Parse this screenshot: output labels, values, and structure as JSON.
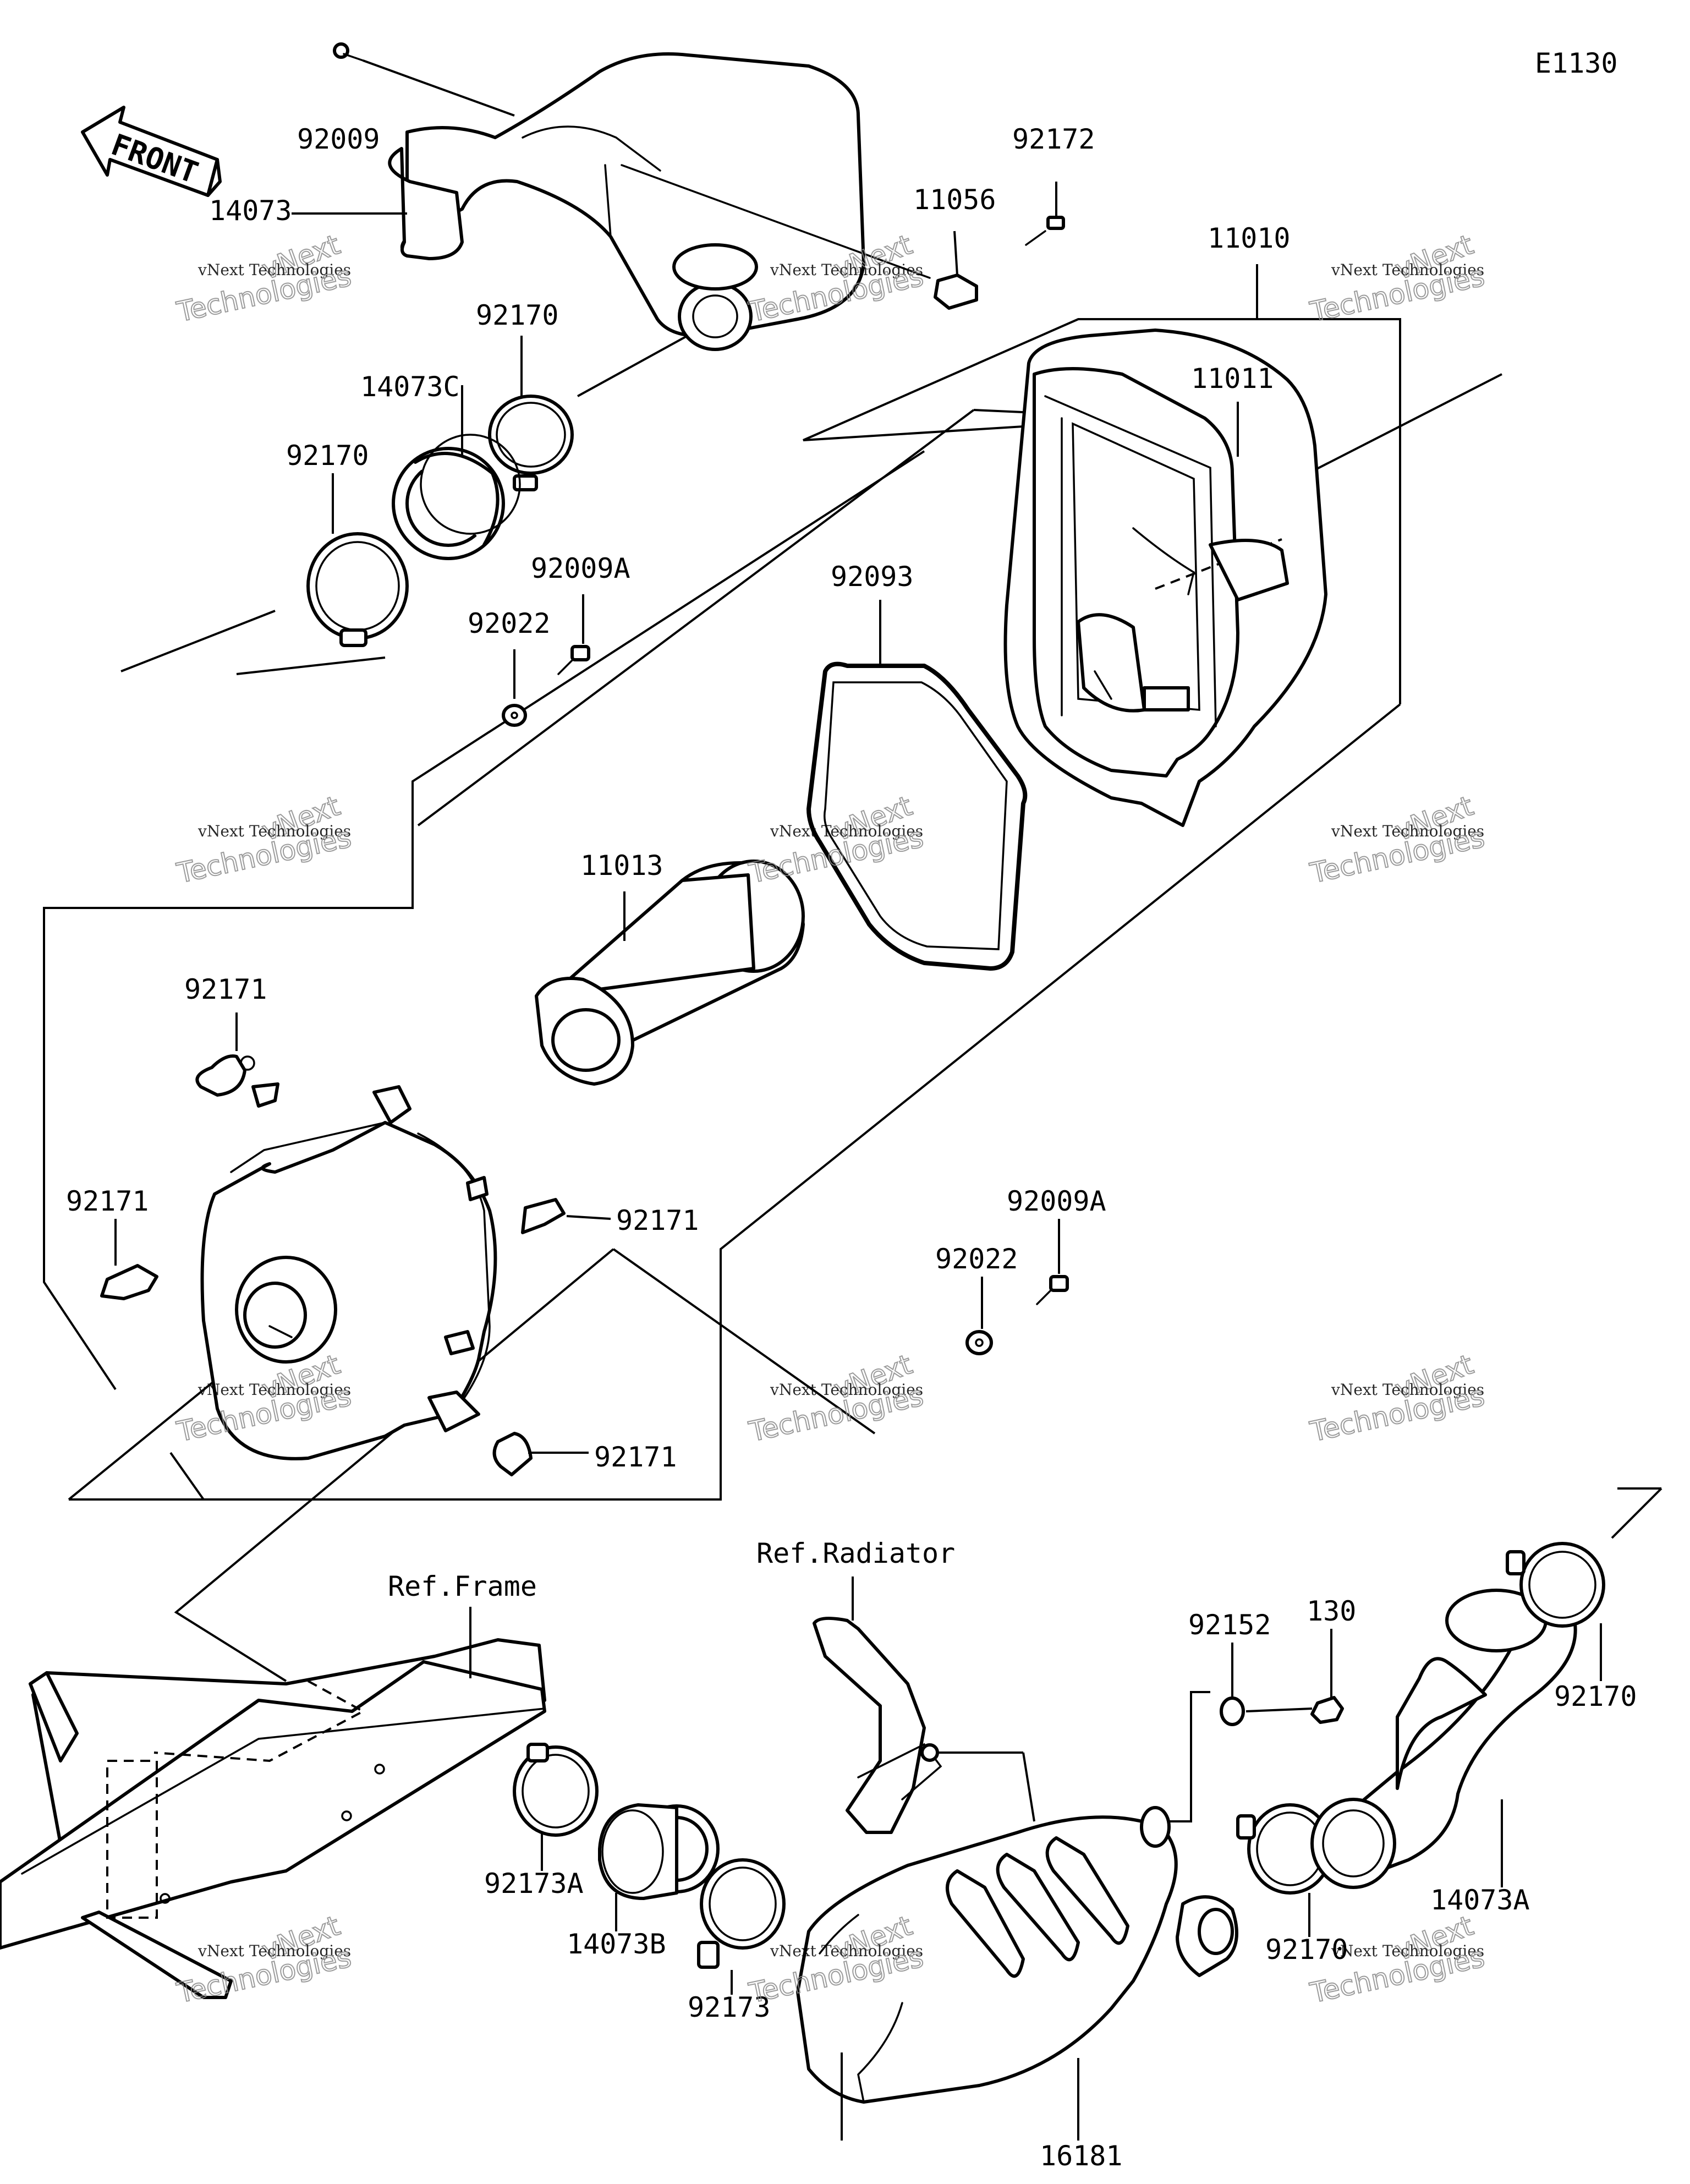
{
  "diagram_code": "E1130",
  "front_label": "FRONT",
  "reference_labels": {
    "frame": "Ref.Frame",
    "radiator": "Ref.Radiator"
  },
  "watermark": {
    "line1": "vNext Technologies",
    "line2": "Technologies",
    "line3": "vNext"
  },
  "part_labels": [
    "92009",
    "14073",
    "92172",
    "11056",
    "11010",
    "92170",
    "14073C",
    "11011",
    "92170",
    "92009A",
    "92022",
    "92093",
    "11013",
    "92171",
    "92171",
    "92171",
    "92009A",
    "92022",
    "92171",
    "Ref.Radiator",
    "92152",
    "130",
    "92170",
    "Ref.Frame",
    "92173A",
    "14073B",
    "92173",
    "14073A",
    "92170",
    "16181"
  ]
}
